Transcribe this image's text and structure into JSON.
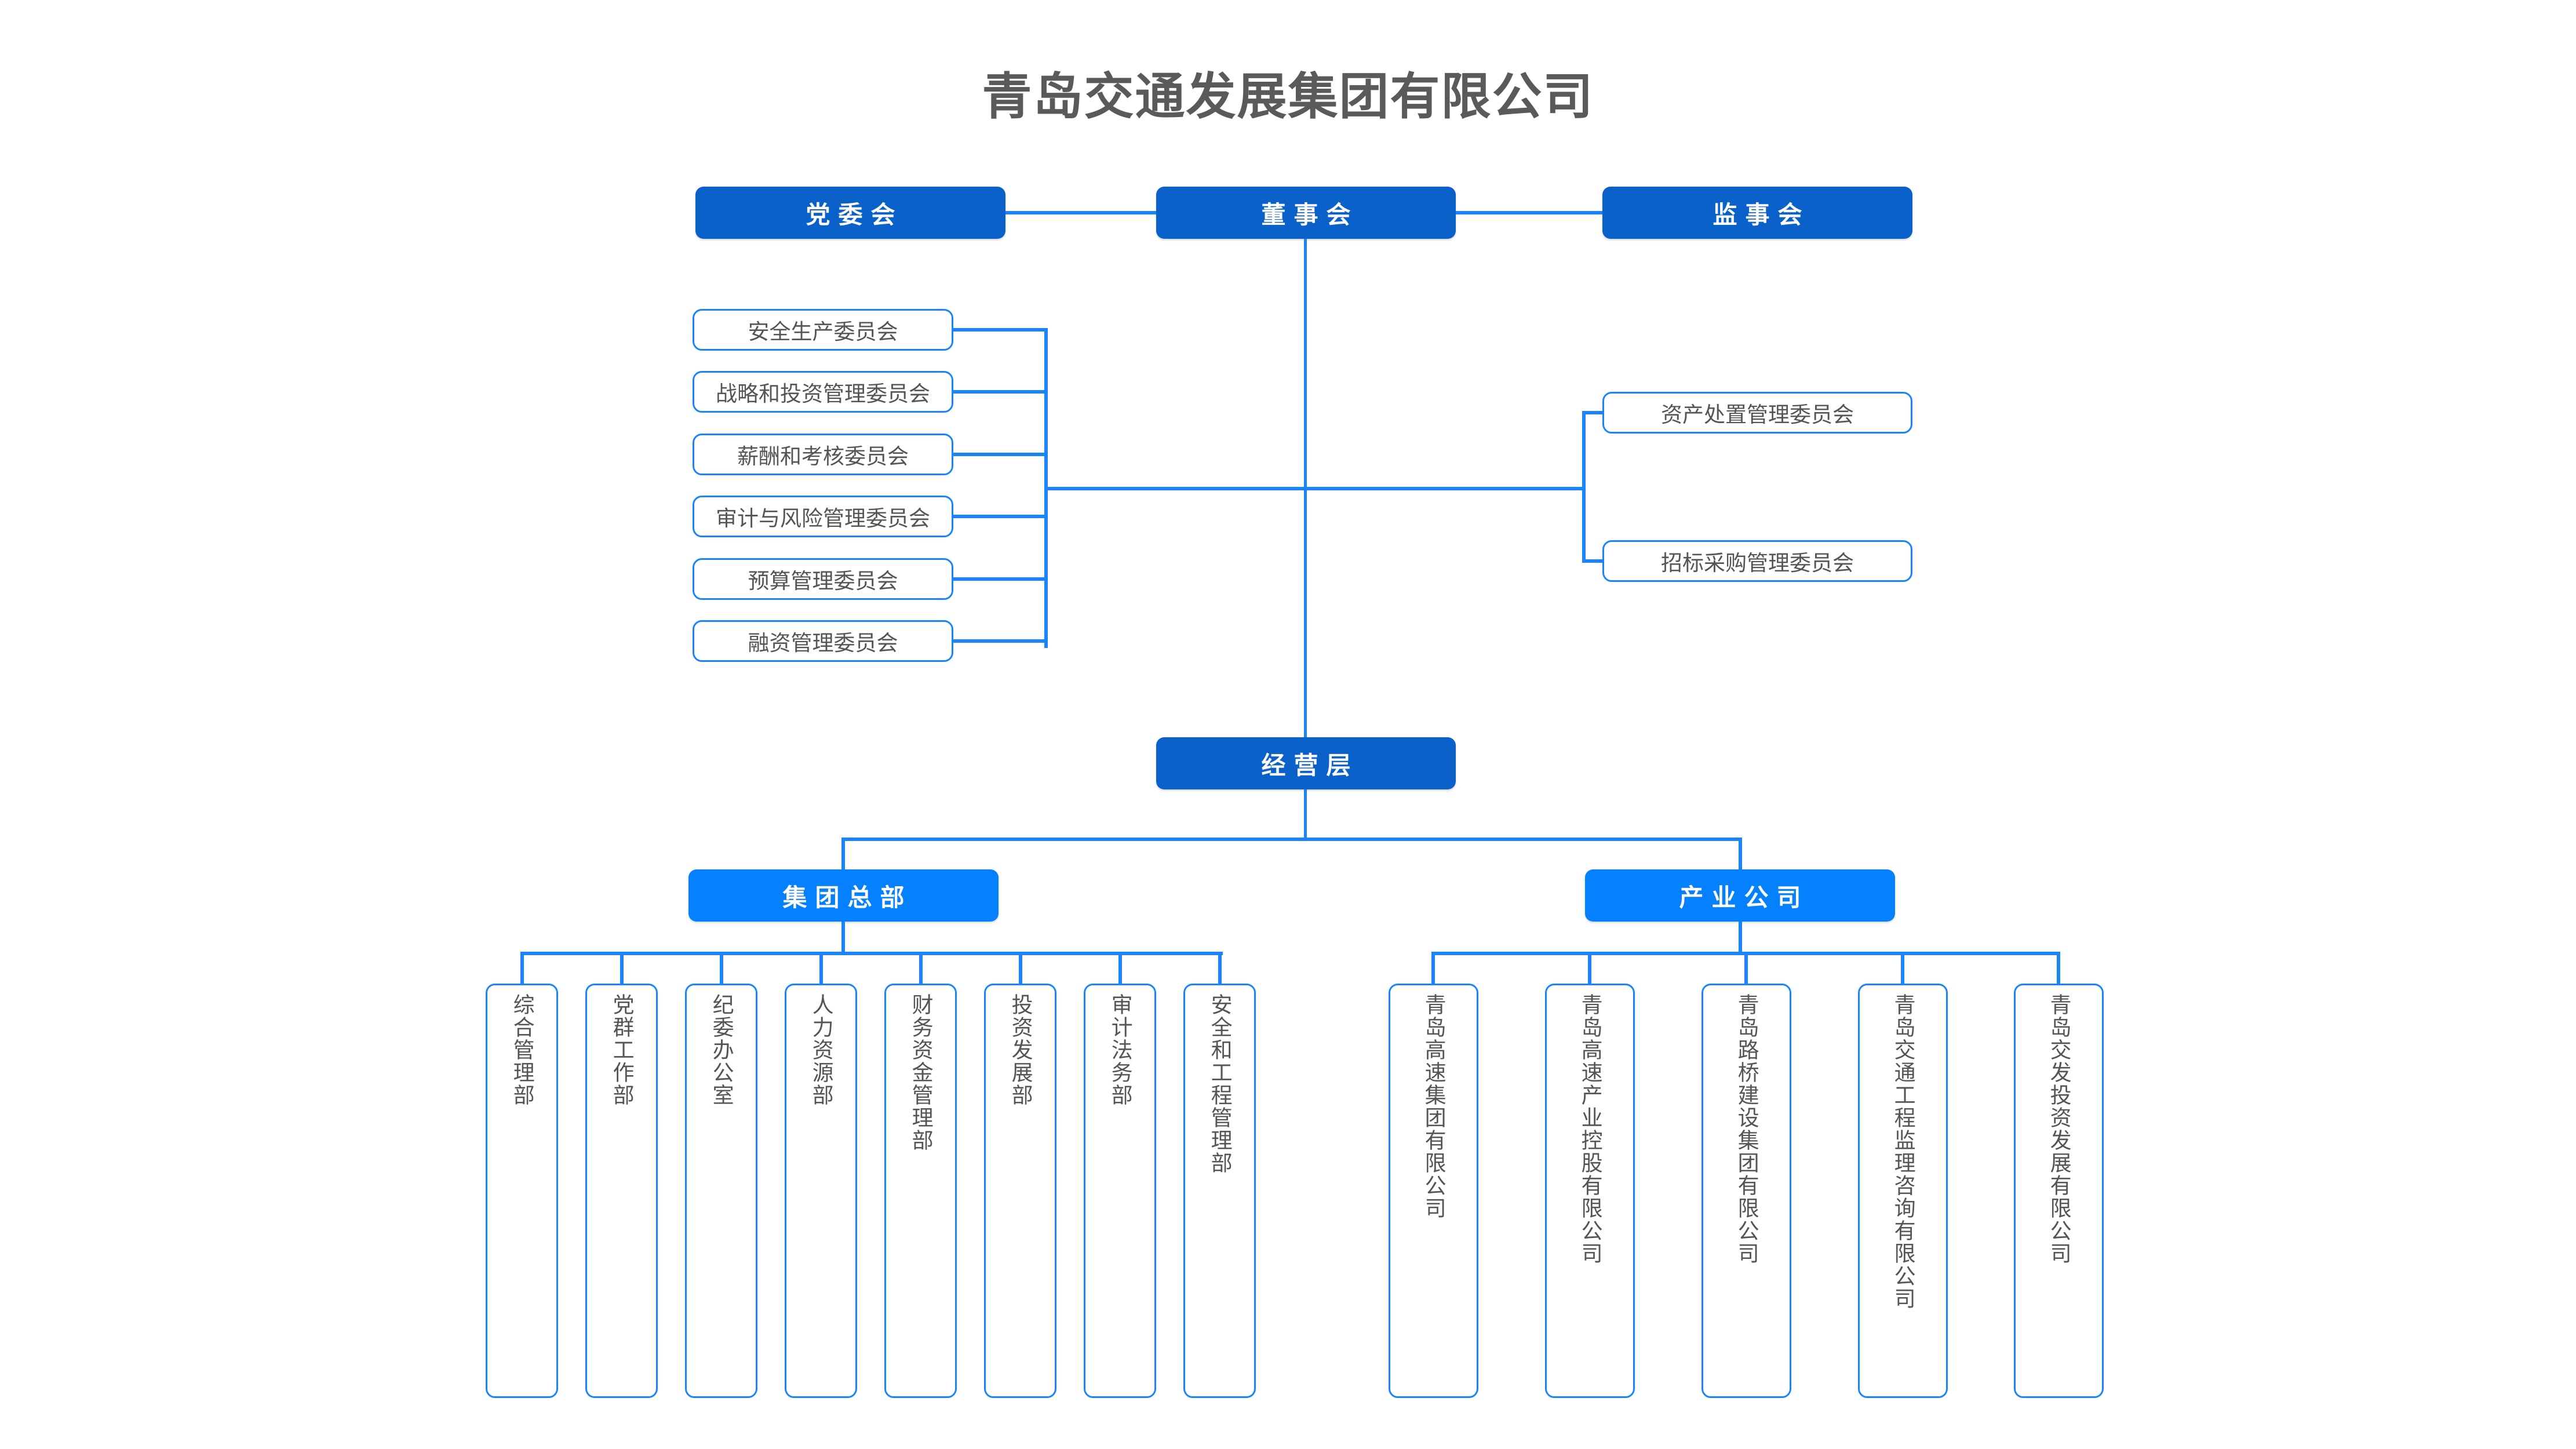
{
  "title": "青岛交通发展集团有限公司",
  "colors": {
    "dark_blue": "#0a61c9",
    "light_blue": "#0580fe",
    "line_blue": "#1a85fb",
    "text_gray": "#555555",
    "title_gray": "#5a5a5a"
  },
  "governance": {
    "party_committee": "党委会",
    "board_of_directors": "董事会",
    "board_of_supervisors": "监事会"
  },
  "left_committees": [
    {
      "label": "安全生产委员会"
    },
    {
      "label": "战略和投资管理委员会"
    },
    {
      "label": "薪酬和考核委员会"
    },
    {
      "label": "审计与风险管理委员会"
    },
    {
      "label": "预算管理委员会"
    },
    {
      "label": "融资管理委员会"
    }
  ],
  "right_committees": [
    {
      "label": "资产处置管理委员会"
    },
    {
      "label": "招标采购管理委员会"
    }
  ],
  "management_layer": "经营层",
  "branches": {
    "headquarters": "集团总部",
    "industry_companies": "产业公司"
  },
  "departments": [
    {
      "label": "综合管理部"
    },
    {
      "label": "党群工作部"
    },
    {
      "label": "纪委办公室"
    },
    {
      "label": "人力资源部"
    },
    {
      "label": "财务资金管理部"
    },
    {
      "label": "投资发展部"
    },
    {
      "label": "审计法务部"
    },
    {
      "label": "安全和工程管理部"
    }
  ],
  "subsidiaries": [
    {
      "label": "青岛高速集团有限公司"
    },
    {
      "label": "青岛高速产业控股有限公司"
    },
    {
      "label": "青岛路桥建设集团有限公司"
    },
    {
      "label": "青岛交通工程监理咨询有限公司"
    },
    {
      "label": "青岛交发投资发展有限公司"
    }
  ]
}
